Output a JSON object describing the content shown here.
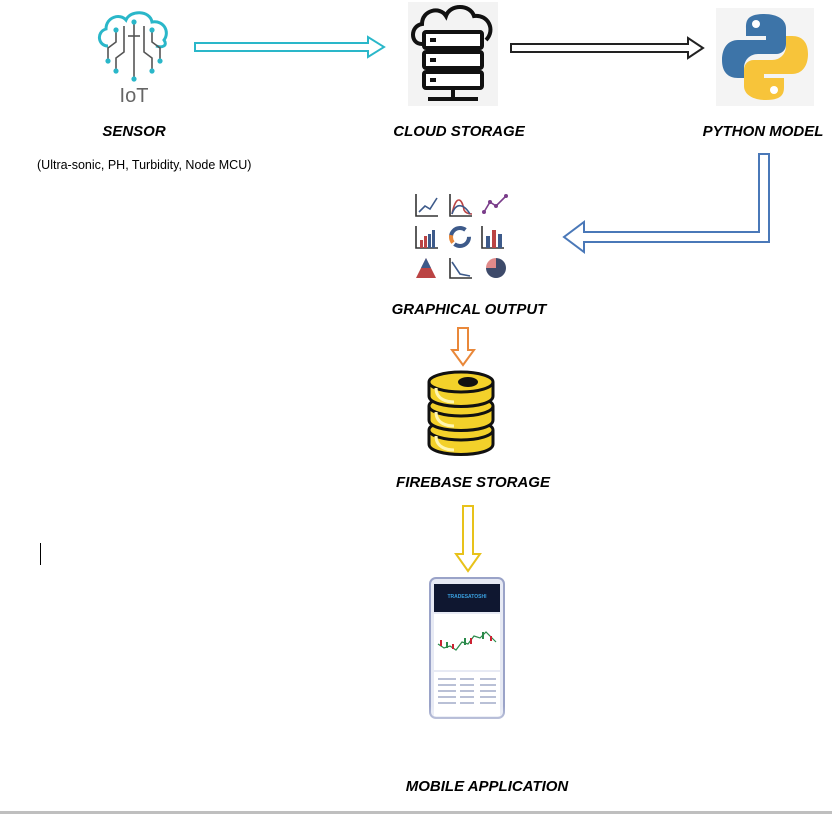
{
  "nodes": {
    "sensor": {
      "label": "SENSOR",
      "sublabel": "(Ultra-sonic, PH, Turbidity, Node MCU)",
      "icon_text": "IoT"
    },
    "cloud_storage": {
      "label": "CLOUD STORAGE"
    },
    "python_model": {
      "label": "PYTHON MODEL"
    },
    "graphical_output": {
      "label": "GRAPHICAL OUTPUT"
    },
    "firebase_storage": {
      "label": "FIREBASE STORAGE"
    },
    "mobile_application": {
      "label": "MOBILE APPLICATION",
      "app_brand": "TRADESATOSHI"
    }
  },
  "colors": {
    "arrow_sensor_cloud": "#2ab7c9",
    "arrow_cloud_python": "#222222",
    "arrow_python_graph": "#4a78b8",
    "arrow_graph_firebase": "#e9883a",
    "arrow_firebase_mobile": "#e8c21a",
    "iot_teal": "#2ab7c9",
    "python_blue": "#3d74a8",
    "python_yellow": "#f7c43a",
    "firebase_gold": "#f3d12a"
  }
}
